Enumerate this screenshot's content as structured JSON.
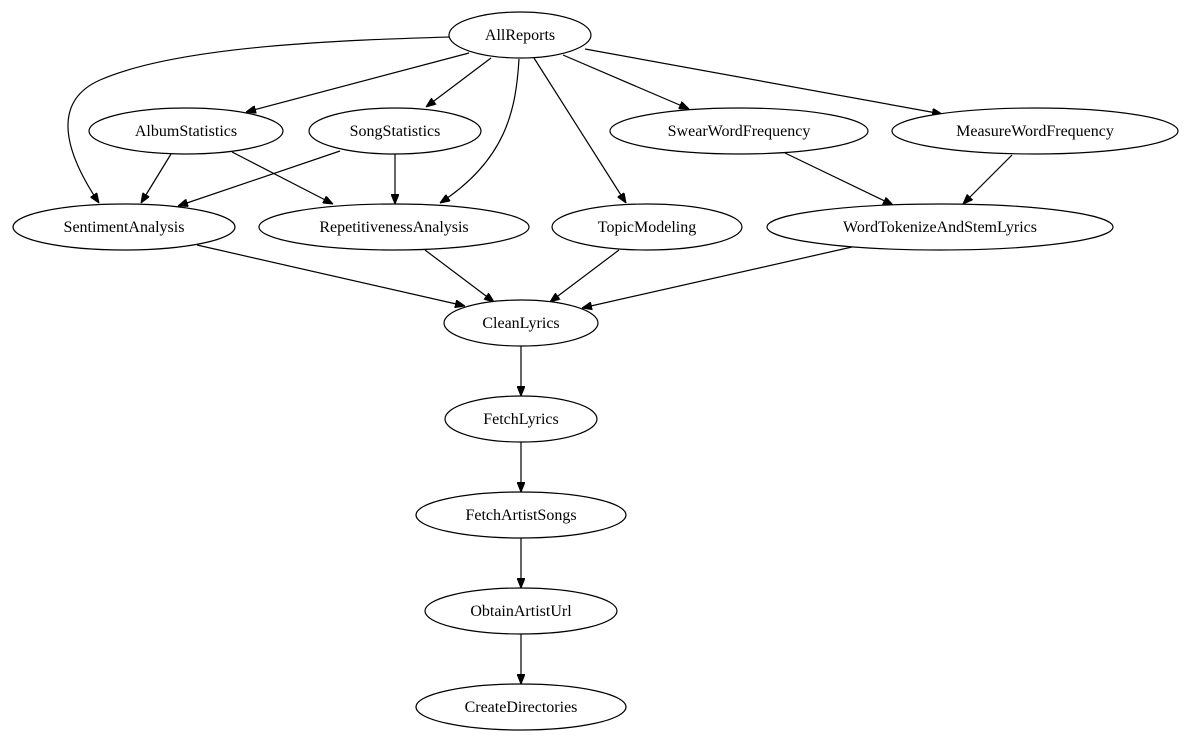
{
  "nodes": [
    {
      "id": "AllReports",
      "label": "AllReports"
    },
    {
      "id": "AlbumStatistics",
      "label": "AlbumStatistics"
    },
    {
      "id": "SongStatistics",
      "label": "SongStatistics"
    },
    {
      "id": "SwearWordFrequency",
      "label": "SwearWordFrequency"
    },
    {
      "id": "MeasureWordFrequency",
      "label": "MeasureWordFrequency"
    },
    {
      "id": "SentimentAnalysis",
      "label": "SentimentAnalysis"
    },
    {
      "id": "RepetitivenessAnalysis",
      "label": "RepetitivenessAnalysis"
    },
    {
      "id": "TopicModeling",
      "label": "TopicModeling"
    },
    {
      "id": "WordTokenizeAndStemLyrics",
      "label": "WordTokenizeAndStemLyrics"
    },
    {
      "id": "CleanLyrics",
      "label": "CleanLyrics"
    },
    {
      "id": "FetchLyrics",
      "label": "FetchLyrics"
    },
    {
      "id": "FetchArtistSongs",
      "label": "FetchArtistSongs"
    },
    {
      "id": "ObtainArtistUrl",
      "label": "ObtainArtistUrl"
    },
    {
      "id": "CreateDirectories",
      "label": "CreateDirectories"
    }
  ],
  "edges": [
    {
      "from": "AllReports",
      "to": "SentimentAnalysis"
    },
    {
      "from": "AllReports",
      "to": "AlbumStatistics"
    },
    {
      "from": "AllReports",
      "to": "SongStatistics"
    },
    {
      "from": "AllReports",
      "to": "RepetitivenessAnalysis"
    },
    {
      "from": "AllReports",
      "to": "TopicModeling"
    },
    {
      "from": "AllReports",
      "to": "SwearWordFrequency"
    },
    {
      "from": "AllReports",
      "to": "MeasureWordFrequency"
    },
    {
      "from": "AlbumStatistics",
      "to": "SentimentAnalysis"
    },
    {
      "from": "AlbumStatistics",
      "to": "RepetitivenessAnalysis"
    },
    {
      "from": "SongStatistics",
      "to": "SentimentAnalysis"
    },
    {
      "from": "SongStatistics",
      "to": "RepetitivenessAnalysis"
    },
    {
      "from": "SwearWordFrequency",
      "to": "WordTokenizeAndStemLyrics"
    },
    {
      "from": "MeasureWordFrequency",
      "to": "WordTokenizeAndStemLyrics"
    },
    {
      "from": "SentimentAnalysis",
      "to": "CleanLyrics"
    },
    {
      "from": "RepetitivenessAnalysis",
      "to": "CleanLyrics"
    },
    {
      "from": "TopicModeling",
      "to": "CleanLyrics"
    },
    {
      "from": "WordTokenizeAndStemLyrics",
      "to": "CleanLyrics"
    },
    {
      "from": "CleanLyrics",
      "to": "FetchLyrics"
    },
    {
      "from": "FetchLyrics",
      "to": "FetchArtistSongs"
    },
    {
      "from": "FetchArtistSongs",
      "to": "ObtainArtistUrl"
    },
    {
      "from": "ObtainArtistUrl",
      "to": "CreateDirectories"
    }
  ]
}
